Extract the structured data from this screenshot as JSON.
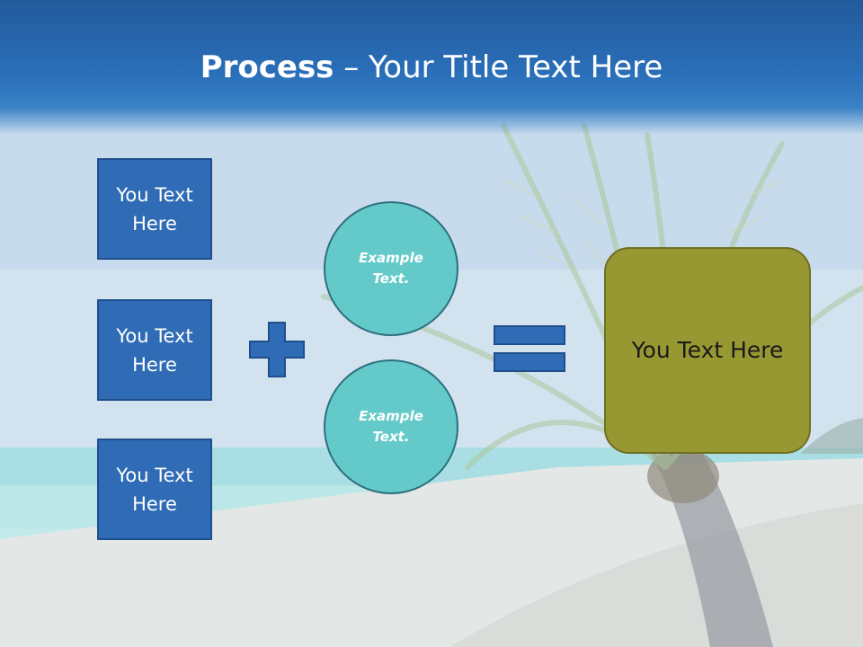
{
  "slide": {
    "title_bold": "Process",
    "title_rest": " – Your Title Text Here"
  },
  "inputs": [
    {
      "label": "You Text Here"
    },
    {
      "label": "You Text Here"
    },
    {
      "label": "You Text Here"
    }
  ],
  "circles": [
    {
      "label": "Example Text."
    },
    {
      "label": "Example Text."
    }
  ],
  "result": {
    "label": "You Text Here"
  },
  "colors": {
    "title_band": "#2a6fb9",
    "box_fill": "#2f6cb5",
    "circle_fill": "#64cac9",
    "result_fill": "#989833",
    "operator_fill": "#2f6cb5"
  },
  "icons": {
    "plus": "plus-icon",
    "equals": "equals-icon"
  }
}
